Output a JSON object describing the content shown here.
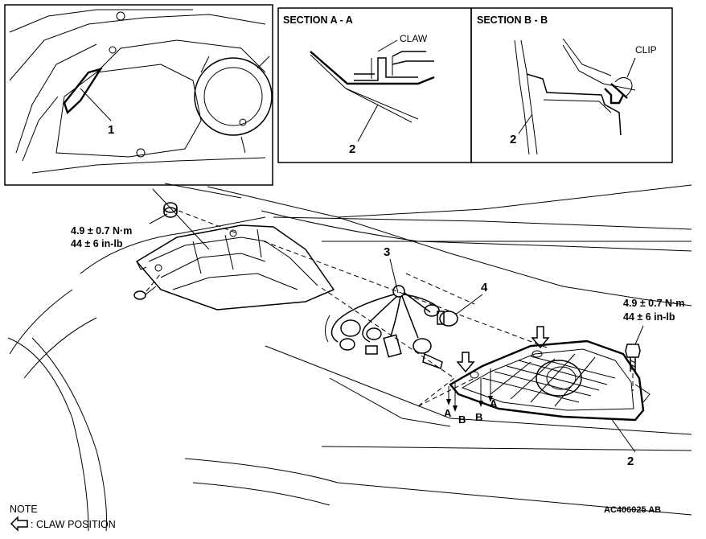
{
  "sections": {
    "a_title": "SECTION A - A",
    "b_title": "SECTION B - B",
    "claw_label": "CLAW",
    "clip_label": "CLIP"
  },
  "callouts": {
    "inset_1": "1",
    "sec_a_2": "2",
    "sec_b_2": "2",
    "n3": "3",
    "n4": "4",
    "main_2": "2"
  },
  "torque_left": {
    "line1": "4.9 ± 0.7 N·m",
    "line2": "44 ± 6 in-lb"
  },
  "torque_right": {
    "line1": "4.9 ± 0.7 N·m",
    "line2": "44 ± 6 in-lb"
  },
  "section_marks": {
    "a1": "A",
    "b1": "B",
    "b2": "B",
    "a2": "A"
  },
  "note": {
    "title": "NOTE",
    "claw_position": ": CLAW POSITION"
  },
  "figure_code": "AC406025 AB"
}
